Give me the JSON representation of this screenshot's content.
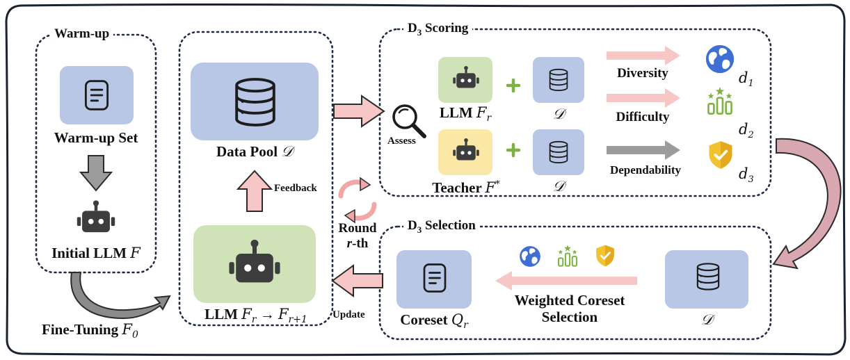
{
  "warmup": {
    "title": "Warm-up",
    "set_label": "Warm-up Set",
    "llm_label": "Initial LLM",
    "llm_symbol": "F"
  },
  "finetune": {
    "label": "Fine-Tuning",
    "symbol": "F",
    "sub": "0"
  },
  "pool": {
    "label": "Data Pool",
    "symbol": "𝒟",
    "feedback": "Feedback",
    "llm_label": "LLM",
    "llm_from": "F",
    "llm_from_sub": "r",
    "llm_to": "F",
    "llm_to_sub": "r+1"
  },
  "round": {
    "line1": "Round",
    "line2_var": "r",
    "line2_rest": "-th"
  },
  "update_label": "Update",
  "scoring": {
    "title_main": "D",
    "title_sub": "3",
    "title_rest": "Scoring",
    "assess": "Assess",
    "llm_label": "LLM",
    "llm_symbol": "F",
    "llm_sub": "r",
    "teacher_label": "Teacher",
    "teacher_symbol": "F",
    "teacher_sup": "*",
    "data_symbol": "𝒟",
    "plus": "+",
    "metrics": [
      {
        "name": "Diversity",
        "var": "d",
        "sub": "1"
      },
      {
        "name": "Difficulty",
        "var": "d",
        "sub": "2"
      },
      {
        "name": "Dependability",
        "var": "d",
        "sub": "3"
      }
    ]
  },
  "selection": {
    "title_main": "D",
    "title_sub": "3",
    "title_rest": "Selection",
    "coreset_label": "Coreset",
    "coreset_symbol": "Q",
    "coreset_sub": "r",
    "weighted_line1": "Weighted Coreset",
    "weighted_line2": "Selection",
    "data_symbol": "𝒟"
  },
  "colors": {
    "blue_box": "#b8c7e6",
    "green_box": "#cfe2b8",
    "yellow_box": "#fbe7a6",
    "pink_arrow": "#f7c6c6",
    "gray_arrow": "#9c9c9c",
    "plus_green": "#7cb342",
    "icon_dark": "#3d3d3d",
    "globe_blue": "#3f6fd4",
    "chart_green": "#7cb342",
    "shield_yellow": "#f2c230"
  },
  "icons": {
    "warmup_set": "document-icon",
    "initial_llm": "robot-icon",
    "data_pool": "database-icon",
    "diversity": "globe-icon",
    "difficulty": "rank-chart-icon",
    "dependability": "shield-check-icon",
    "assess": "magnifier-icon",
    "round": "cycle-arrows-icon"
  }
}
